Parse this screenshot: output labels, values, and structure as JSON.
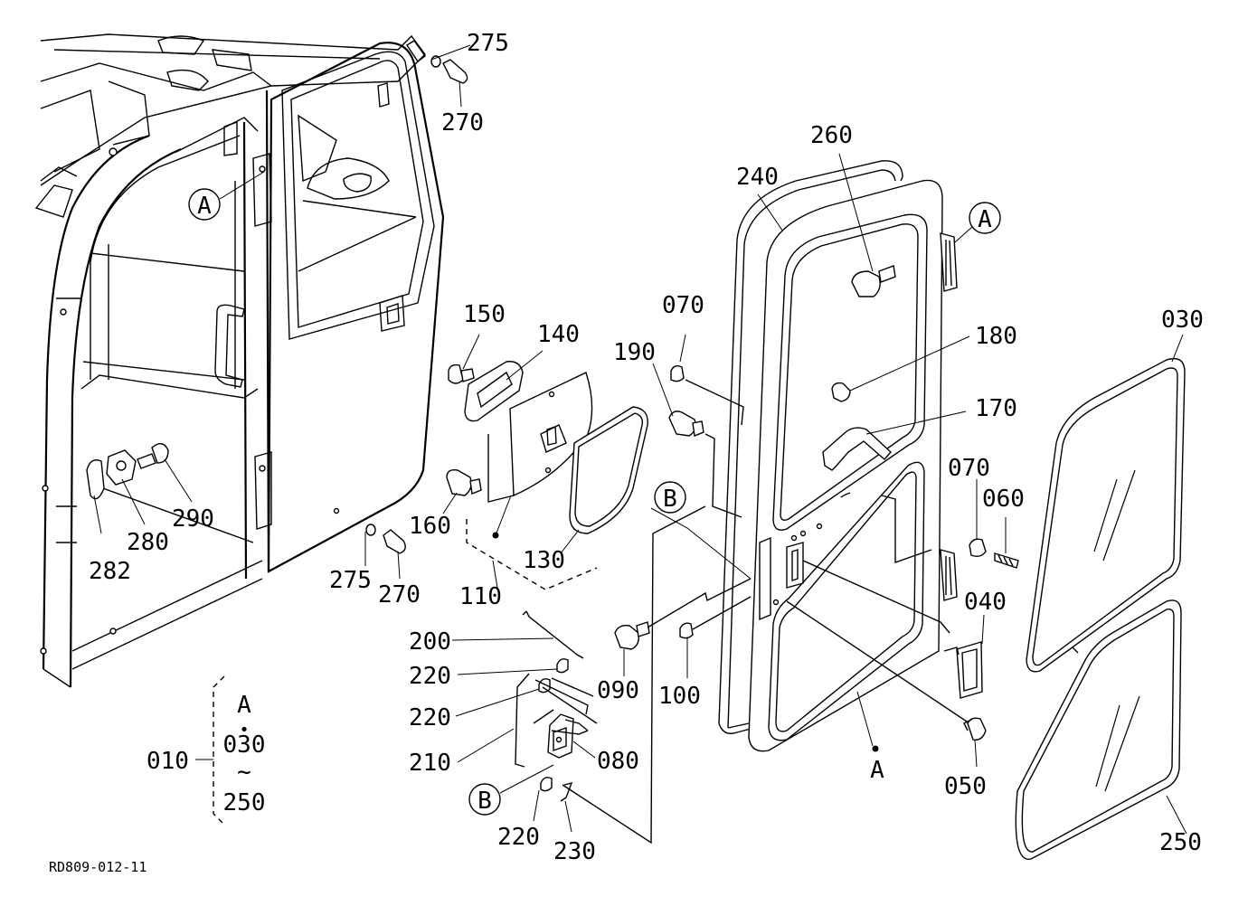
{
  "drawing_code": "RD809-012-11",
  "callouts": {
    "c275a": "275",
    "c270a": "270",
    "c260": "260",
    "c240": "240",
    "c150": "150",
    "c140": "140",
    "c070a": "070",
    "c190": "190",
    "c180": "180",
    "c170": "170",
    "c030": "030",
    "c070b": "070",
    "c060": "060",
    "c290": "290",
    "c280": "280",
    "c282": "282",
    "c160": "160",
    "c130": "130",
    "c110": "110",
    "c275b": "275",
    "c270b": "270",
    "c040": "040",
    "c200": "200",
    "c220a": "220",
    "c220b": "220",
    "c210": "210",
    "c080": "080",
    "c090": "090",
    "c100": "100",
    "c220c": "220",
    "c230": "230",
    "c050": "050",
    "c250": "250",
    "c010": "010"
  },
  "ref_markers": {
    "a_left": "A",
    "a_right": "A",
    "a_bottom": "A",
    "b_mid": "B",
    "b_low": "B"
  },
  "set_bracket": {
    "line1": "A",
    "dot": "•",
    "line2": "030",
    "tilde": "~",
    "line3": "250"
  }
}
